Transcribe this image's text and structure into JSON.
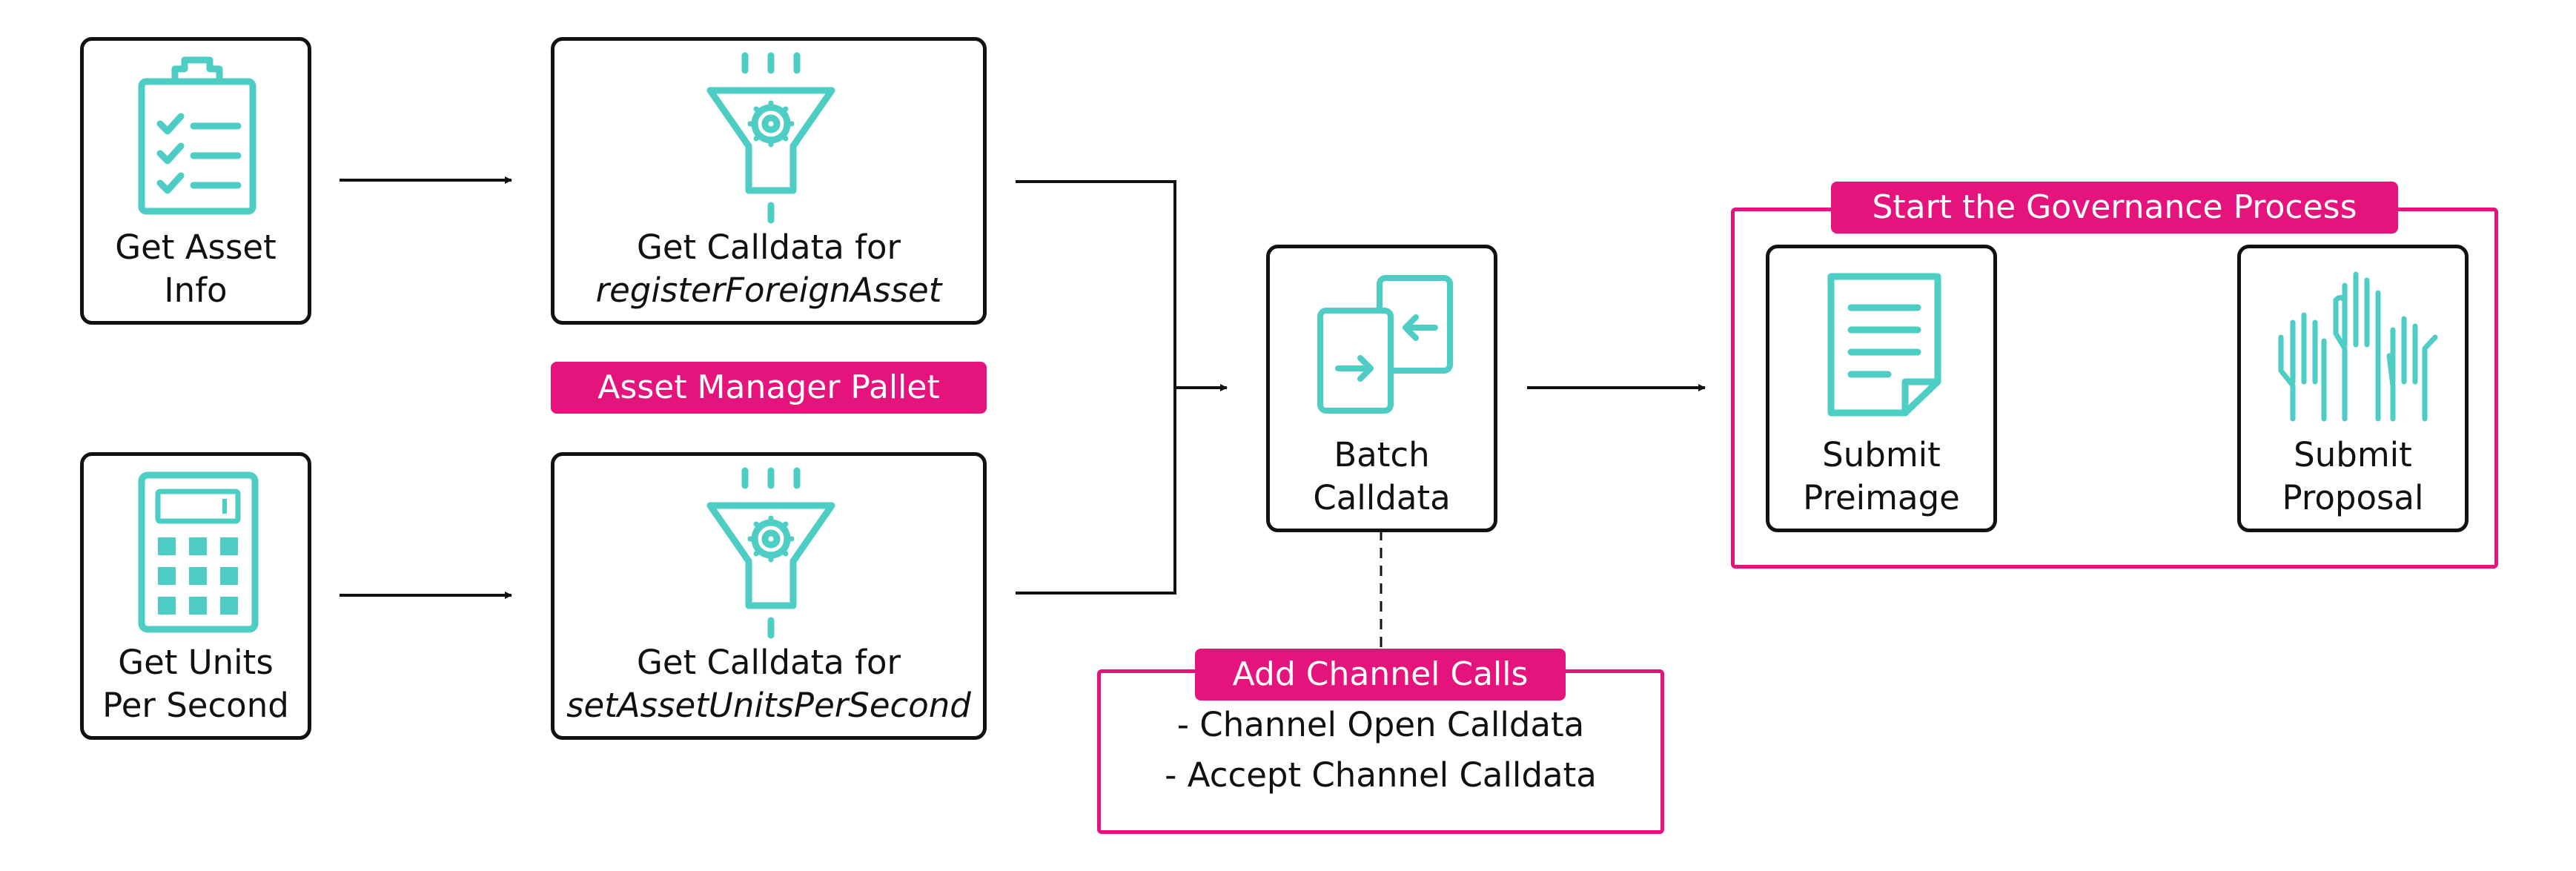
{
  "colors": {
    "accent": "#e5147c",
    "icon": "#4ecdc4",
    "stroke": "#111111",
    "background": "#ffffff"
  },
  "nodes": {
    "asset_info": {
      "line1": "Get Asset",
      "line2": "Info",
      "icon": "clipboard-checklist-icon"
    },
    "units_per_second": {
      "line1": "Get Units",
      "line2": "Per Second",
      "icon": "calculator-icon"
    },
    "register_calldata": {
      "line1": "Get Calldata for",
      "line2": "registerForeignAsset",
      "icon": "funnel-gear-icon"
    },
    "units_calldata": {
      "line1": "Get Calldata for",
      "line2": "setAssetUnitsPerSecond",
      "icon": "funnel-gear-icon"
    },
    "batch": {
      "line1": "Batch",
      "line2": "Calldata",
      "icon": "batch-arrows-icon"
    },
    "preimage": {
      "line1": "Submit",
      "line2": "Preimage",
      "icon": "document-icon"
    },
    "proposal": {
      "line1": "Submit",
      "line2": "Proposal",
      "icon": "raised-hands-icon"
    }
  },
  "labels": {
    "asset_manager": "Asset Manager Pallet",
    "governance": "Start the Governance Process",
    "channel_calls": "Add Channel Calls"
  },
  "channel_calls": [
    "- Channel Open Calldata",
    "- Accept Channel Calldata"
  ]
}
